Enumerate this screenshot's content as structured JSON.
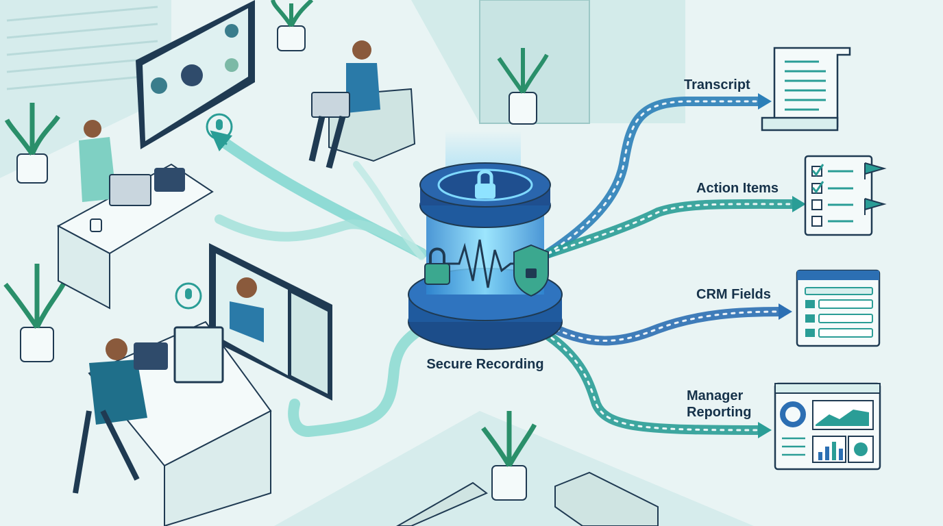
{
  "hub": {
    "label": "Secure Recording"
  },
  "outputs": [
    {
      "id": "transcript",
      "label": "Transcript",
      "icon": "transcript-document-icon"
    },
    {
      "id": "action-items",
      "label": "Action Items",
      "icon": "checklist-icon"
    },
    {
      "id": "crm-fields",
      "label": "CRM Fields",
      "icon": "crm-form-icon"
    },
    {
      "id": "manager-reporting",
      "label_line1": "Manager",
      "label_line2": "Reporting",
      "icon": "dashboard-icon"
    }
  ],
  "colors": {
    "background": "#e9f4f4",
    "flow_teal": "#2a9d96",
    "flow_blue": "#2c6fb3",
    "hub_blue": "#1f4f8f",
    "hub_glow": "#4fc3f7",
    "outline": "#1f3a52"
  }
}
